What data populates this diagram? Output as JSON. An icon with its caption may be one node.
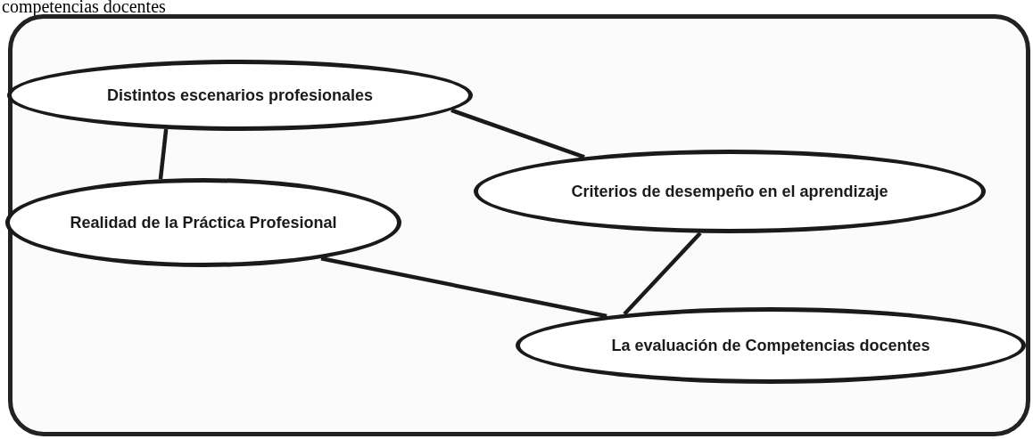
{
  "diagram": {
    "nodes": [
      {
        "text": [
          "Distintos escenarios profesionales"
        ]
      },
      {
        "text": [
          "Realidad de la Práctica Profesional"
        ]
      },
      {
        "text": [
          "Criterios de desempeño en el aprendizaje"
        ]
      },
      {
        "text": [
          "La evaluación de Competencias docentes"
        ]
      }
    ],
    "edges": [
      {
        "from": 0,
        "to": 1,
        "arrow": "none"
      },
      {
        "from": 0,
        "to": 2,
        "arrow": "none"
      },
      {
        "from": 2,
        "to": 3,
        "arrow": "none"
      },
      {
        "from": 1,
        "to": 3,
        "arrow": "none"
      }
    ],
    "labels": [
      "competencias docentes"
    ]
  }
}
